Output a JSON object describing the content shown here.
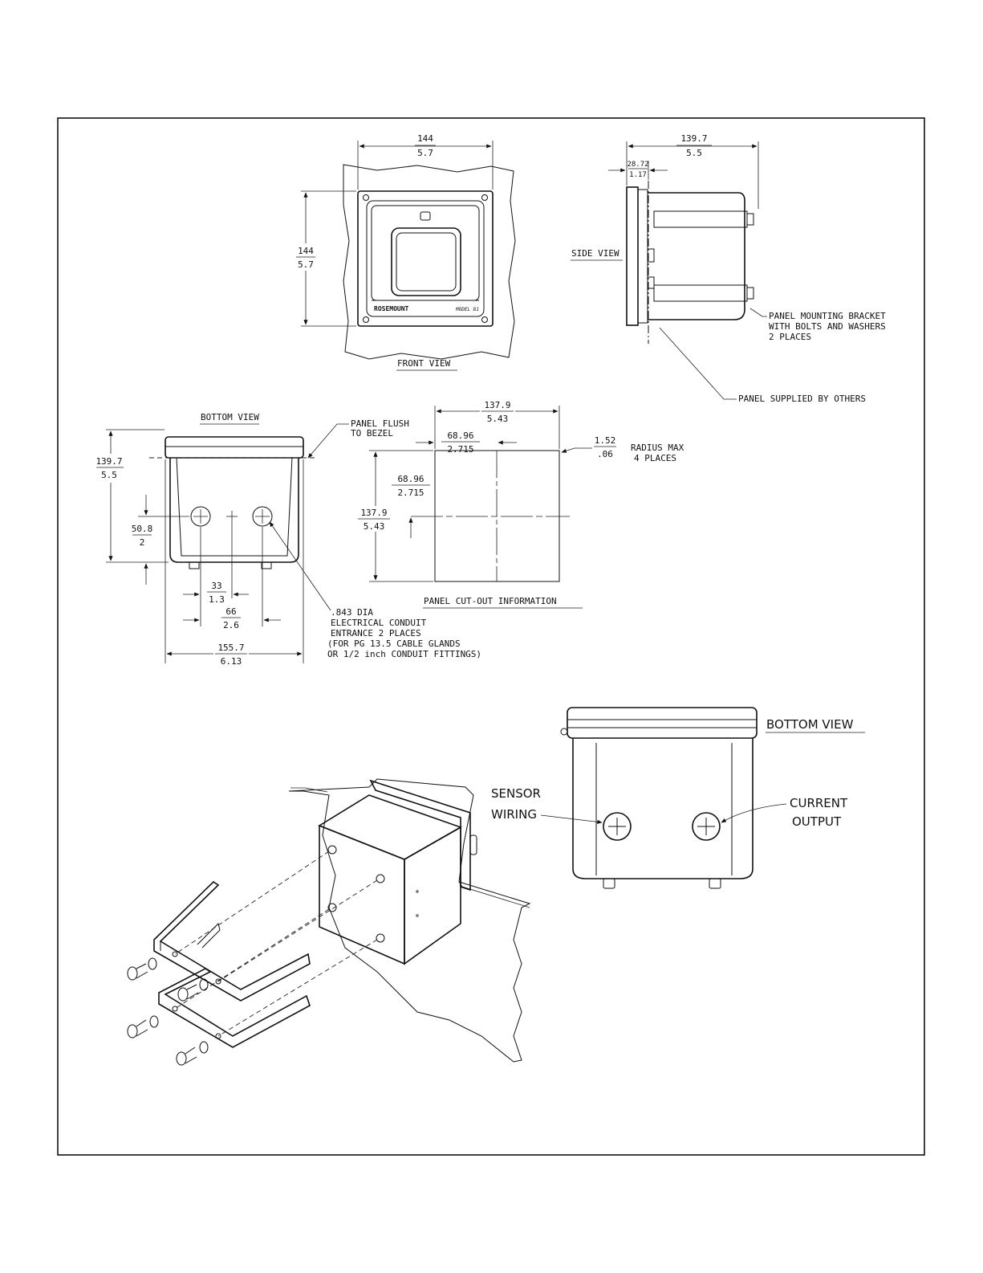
{
  "front_view": {
    "width_mm": "144",
    "width_in": "5.7",
    "height_mm": "144",
    "height_in": "5.7",
    "brand": "ROSEMOUNT",
    "model": "MODEL 81",
    "title": "FRONT VIEW"
  },
  "side_view": {
    "depth_mm": "139.7",
    "depth_in": "5.5",
    "bezel_mm": "28.72",
    "bezel_in": "1.17",
    "title": "SIDE VIEW",
    "bracket_note": [
      "PANEL MOUNTING BRACKET",
      "WITH BOLTS AND WASHERS",
      "2 PLACES"
    ],
    "panel_note": "PANEL SUPPLIED BY OTHERS"
  },
  "bottom_view": {
    "title": "BOTTOM VIEW",
    "flush_note": [
      "PANEL FLUSH",
      "TO BEZEL"
    ],
    "depth_mm": "139.7",
    "depth_in": "5.5",
    "hole_height_mm": "50.8",
    "hole_height_in": "2",
    "half_spacing_mm": "33",
    "half_spacing_in": "1.3",
    "spacing_mm": "66",
    "spacing_in": "2.6",
    "width_mm": "155.7",
    "width_in": "6.13",
    "conduit_note": [
      ".843 DIA",
      "ELECTRICAL CONDUIT",
      "ENTRANCE 2 PLACES",
      "(FOR PG 13.5 CABLE GLANDS",
      " OR 1/2 inch CONDUIT FITTINGS)"
    ]
  },
  "cutout": {
    "width_mm": "137.9",
    "width_in": "5.43",
    "half_width_mm": "68.96",
    "half_width_in": "2.715",
    "half_height_mm": "68.96",
    "half_height_in": "2.715",
    "height_mm": "137.9",
    "height_in": "5.43",
    "radius_mm": "1.52",
    "radius_in": ".06",
    "radius_note": [
      "RADIUS MAX",
      "4 PLACES"
    ],
    "title": "PANEL CUT-OUT INFORMATION"
  },
  "bottom_view_large": {
    "title": "BOTTOM VIEW",
    "sensor_label": [
      "SENSOR",
      "WIRING"
    ],
    "output_label": [
      "CURRENT",
      "OUTPUT"
    ]
  }
}
